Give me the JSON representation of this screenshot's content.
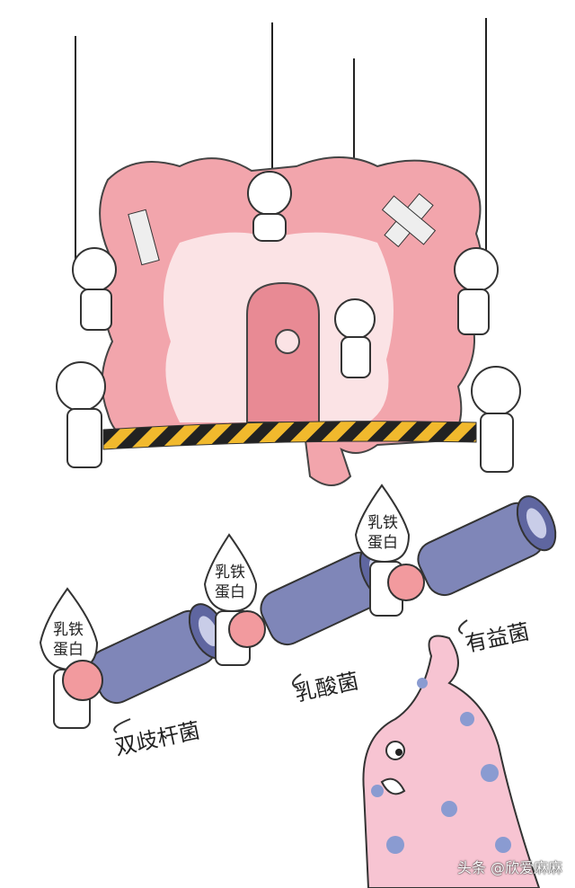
{
  "labels": {
    "protein_1": [
      "乳铁",
      "蛋白"
    ],
    "protein_2": [
      "乳铁",
      "蛋白"
    ],
    "protein_3": [
      "乳铁",
      "蛋白"
    ],
    "cannon_1": "双歧杆菌",
    "cannon_2": "乳酸菌",
    "cannon_3": "有益菌"
  },
  "watermark": "头条 @欣爱麻麻",
  "colors": {
    "intestine": "#f2a5ac",
    "inner": "#fbe3e5",
    "cannon": "#7f86b8",
    "ball": "#f29a9e",
    "monster": "#f7c4d2",
    "spots": "#8a9bd1",
    "tape_yellow": "#f1b92d"
  }
}
